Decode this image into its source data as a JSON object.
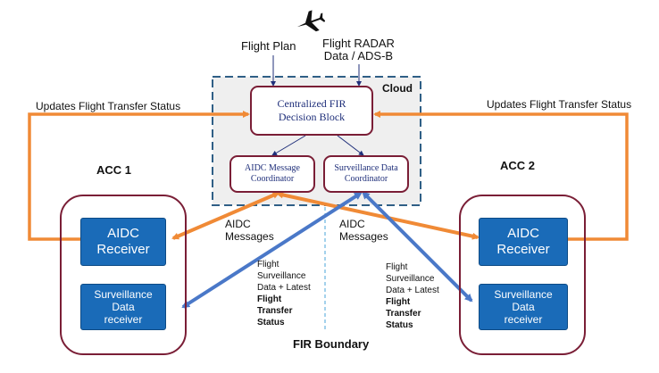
{
  "inputs": {
    "flight_plan": "Flight Plan",
    "flight_radar": "Flight RADAR\nData / ADS-B"
  },
  "cloud": {
    "label": "Cloud"
  },
  "decision_block": {
    "label": "Centralized FIR Decision Block"
  },
  "aidc_coordinator": {
    "label": "AIDC Message Coordinator"
  },
  "surveillance_coordinator": {
    "label": "Surveillance Data Coordinator"
  },
  "updates_left": "Updates Flight Transfer Status",
  "updates_right": "Updates Flight Transfer Status",
  "acc1": {
    "title": "ACC 1",
    "aidc_receiver": "AIDC\nReceiver",
    "surveillance_receiver": "Surveillance\nData\nreceiver"
  },
  "acc2": {
    "title": "ACC 2",
    "aidc_receiver": "AIDC\nReceiver",
    "surveillance_receiver": "Surveillance\nData\nreceiver"
  },
  "aidc_messages_left": "AIDC\nMessages",
  "aidc_messages_right": "AIDC\nMessages",
  "surv_text_left": {
    "line1": "Flight",
    "line2": "Surveillance",
    "line3": "Data + Latest",
    "line4": "Flight",
    "line5": "Transfer",
    "line6": "Status"
  },
  "surv_text_right": {
    "line1": "Flight",
    "line2": "Surveillance",
    "line3": "Data + Latest",
    "line4": "Flight",
    "line5": "Transfer",
    "line6": "Status"
  },
  "fir_boundary": "FIR Boundary",
  "icons": {
    "airplane": "airplane-icon"
  },
  "colors": {
    "orange": "#f08a36",
    "blue": "#4a78c8",
    "frame": "#7a1e36",
    "box": "#1a6bb8",
    "cloud_fill": "#efefef",
    "cloud_border": "#2f5f86"
  }
}
